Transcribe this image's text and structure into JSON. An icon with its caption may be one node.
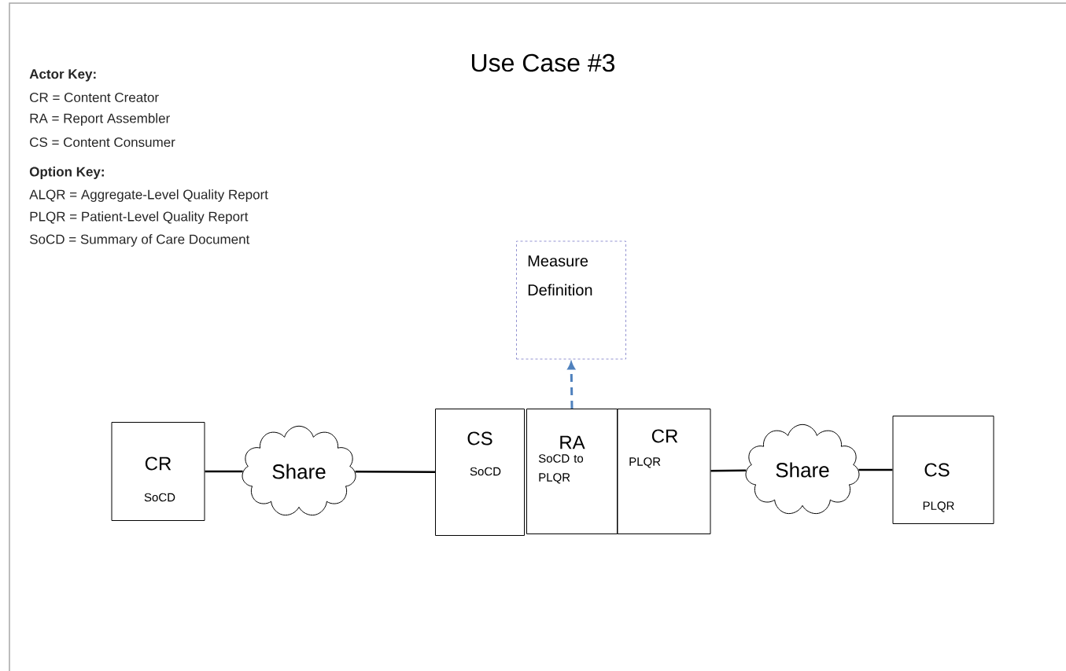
{
  "diagram": {
    "title": "Use Case #3",
    "nodes": [
      {
        "text": [
          "CR",
          "SoCD"
        ]
      },
      {
        "text": [
          "Share"
        ]
      },
      {
        "text": [
          "CS",
          "SoCD"
        ]
      },
      {
        "text": [
          "RA",
          "SoCD to PLQR"
        ]
      },
      {
        "text": [
          "CR",
          "PLQR"
        ]
      },
      {
        "text": [
          "Share"
        ]
      },
      {
        "text": [
          "CS",
          "PLQR"
        ]
      },
      {
        "text": [
          "Measure Definition"
        ]
      }
    ],
    "edges": [
      {
        "from": 0,
        "to": 1,
        "arrow": "none"
      },
      {
        "from": 1,
        "to": 2,
        "arrow": "none"
      },
      {
        "from": 4,
        "to": 5,
        "arrow": "none"
      },
      {
        "from": 5,
        "to": 6,
        "arrow": "none"
      },
      {
        "from": 3,
        "to": 7,
        "arrow": "to",
        "style": "dashed",
        "color": "#4f81bd"
      }
    ],
    "labels": [
      "Actor Key:",
      "CR = Content Creator",
      "RA = Report Assembler",
      "CS = Content Consumer",
      "Option Key:",
      "ALQR = Aggregate-Level Quality Report",
      "PLQR = Patient-Level Quality Report",
      "SoCD = Summary of Care Document"
    ]
  }
}
